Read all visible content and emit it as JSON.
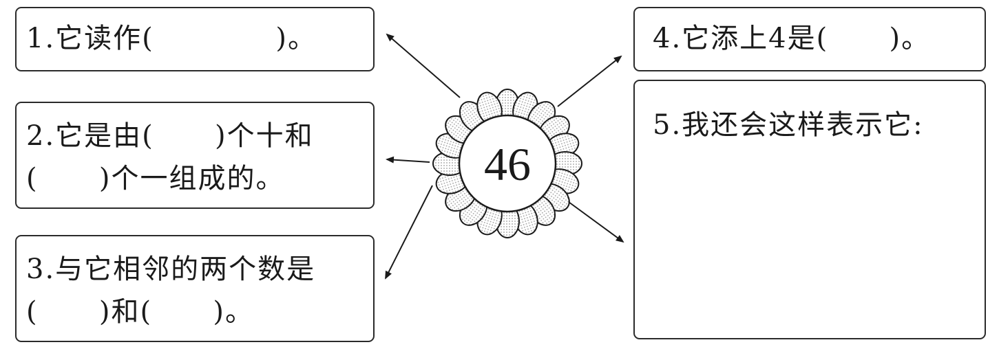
{
  "center_number": "46",
  "boxes": {
    "q1": {
      "line1": "1.它读作(            )。"
    },
    "q2": {
      "line1": "2.它是由(      )个十和",
      "line2": "(      )个一组成的。"
    },
    "q3": {
      "line1": "3.与它相邻的两个数是",
      "line2": "(      )和(      )。"
    },
    "q4": {
      "line1": "4.它添上4是(      )。"
    },
    "q5": {
      "line1": "5.我还会这样表示它:"
    }
  }
}
